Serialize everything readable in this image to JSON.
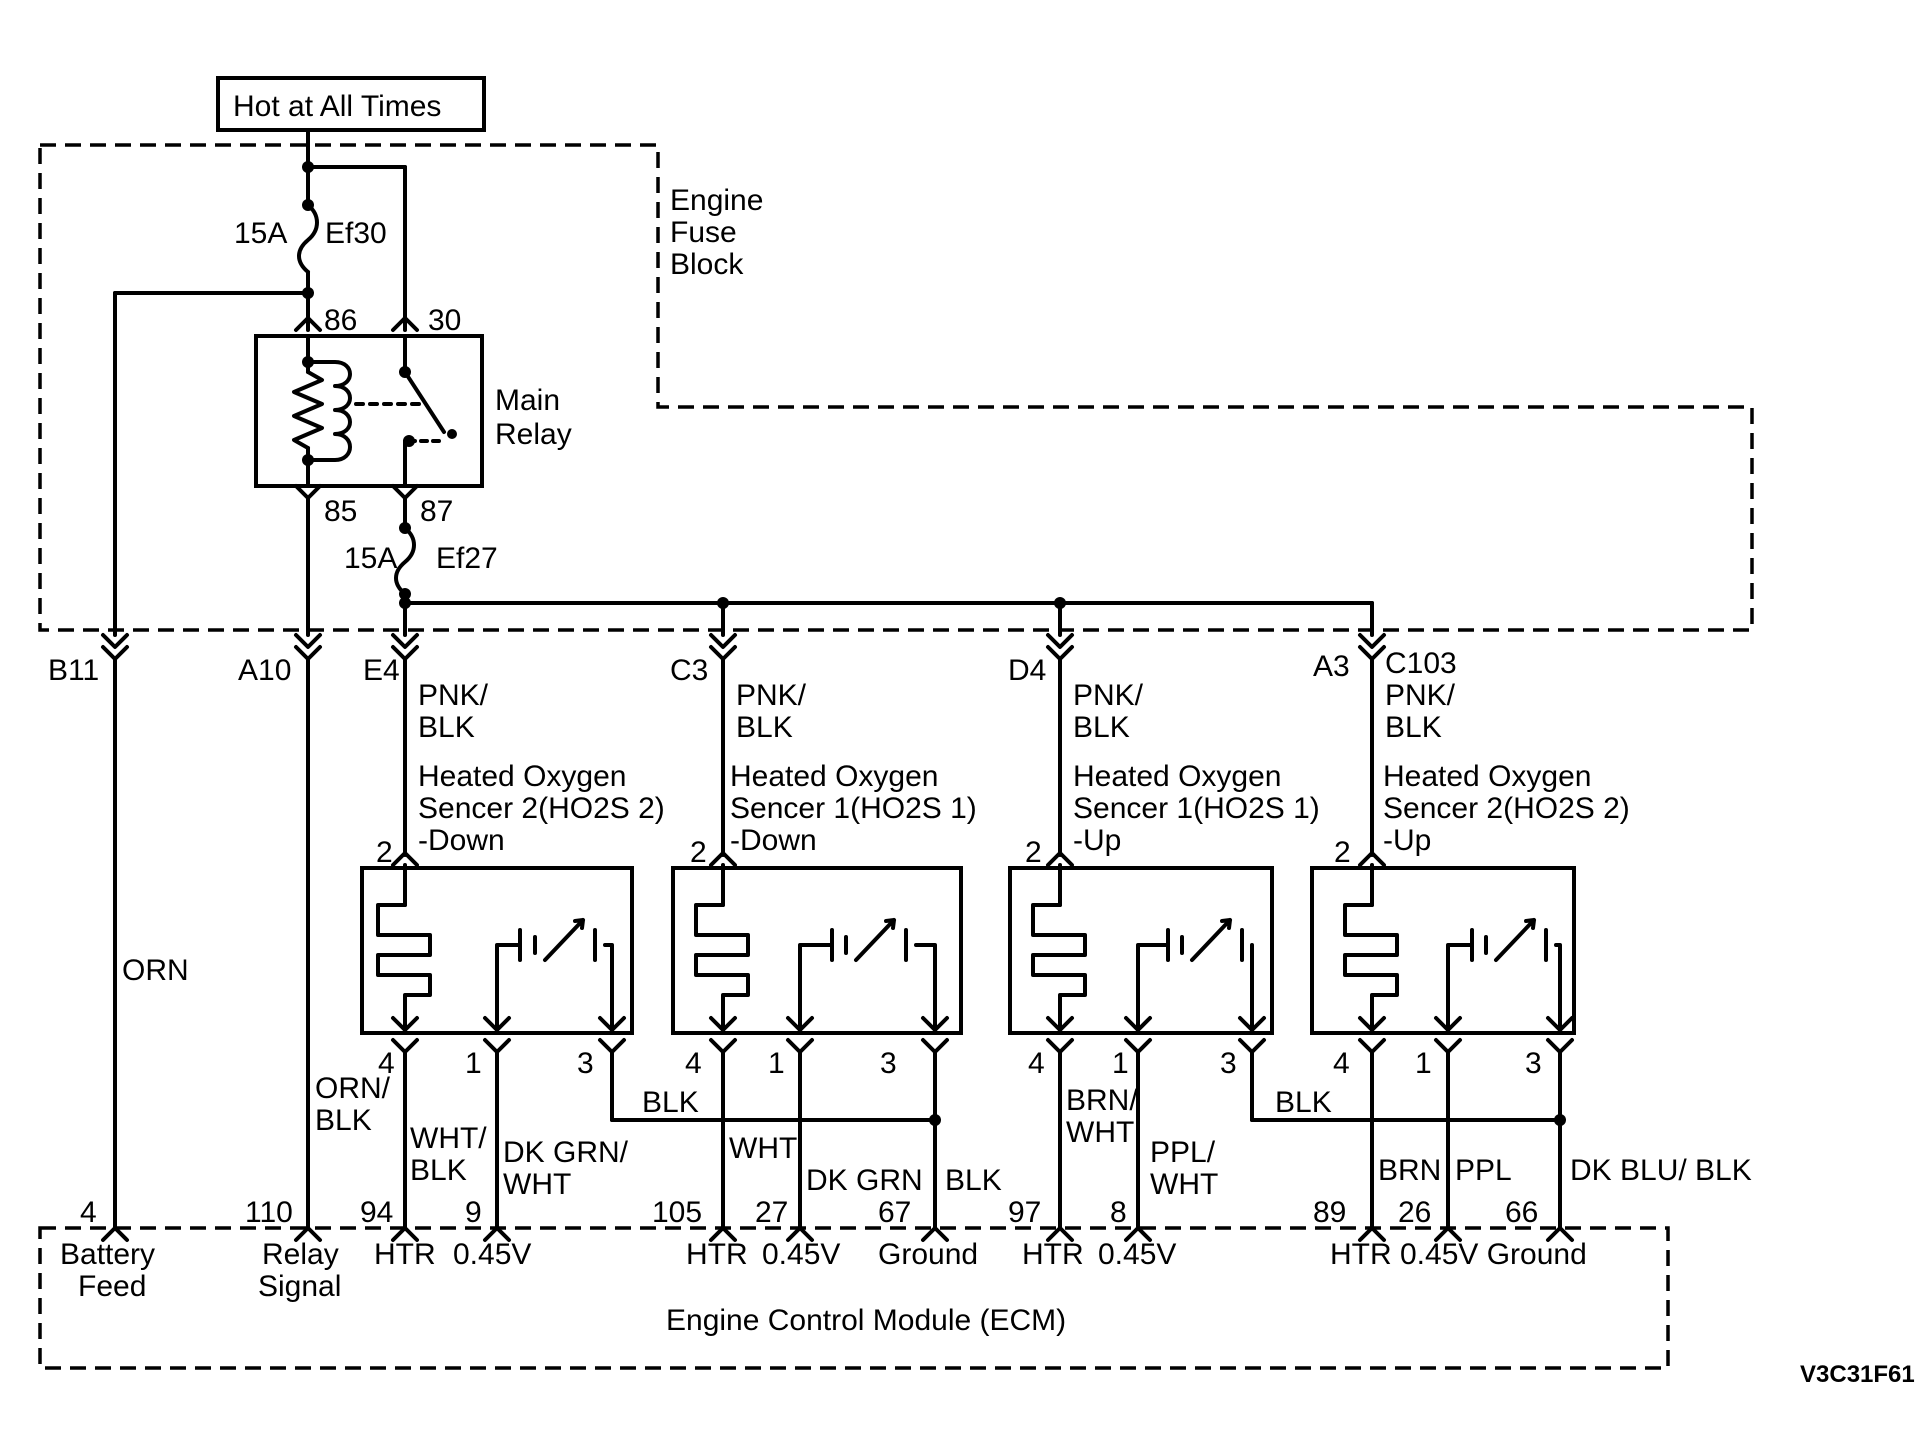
{
  "supply": {
    "label": "Hot at All Times"
  },
  "fuse_block": {
    "label_lines": [
      "Engine",
      "Fuse",
      "Block"
    ]
  },
  "fuses": [
    {
      "amp": "15A",
      "name": "Ef30"
    },
    {
      "amp": "15A",
      "name": "Ef27"
    }
  ],
  "relay": {
    "label_lines": [
      "Main",
      "Relay"
    ],
    "pins": [
      "86",
      "30",
      "85",
      "87"
    ]
  },
  "connectors": [
    "B11",
    "A10",
    "E4",
    "C3",
    "D4",
    "A3",
    "C103"
  ],
  "wires": {
    "orn": "ORN",
    "orn_blk": [
      "ORN/",
      "BLK"
    ],
    "pnk_blk": [
      "PNK/",
      "BLK"
    ],
    "wht_blk": [
      "WHT/",
      "BLK"
    ],
    "dk_grn_wht": [
      "DK GRN/",
      "WHT"
    ],
    "blk": "BLK",
    "wht": "WHT",
    "dk_grn": "DK GRN",
    "brn_wht": [
      "BRN/",
      "WHT"
    ],
    "ppl_wht": [
      "PPL/",
      "WHT"
    ],
    "brn": "BRN",
    "ppl": "PPL",
    "dk_blu_blk": "DK BLU/ BLK"
  },
  "sensors": [
    {
      "lines": [
        "Heated Oxygen",
        "Sencer 2(HO2S 2)",
        "-Down"
      ],
      "pins": [
        "2",
        "4",
        "1",
        "3"
      ]
    },
    {
      "lines": [
        "Heated Oxygen",
        "Sencer 1(HO2S 1)",
        "-Down"
      ],
      "pins": [
        "2",
        "4",
        "1",
        "3"
      ]
    },
    {
      "lines": [
        "Heated Oxygen",
        "Sencer 1(HO2S 1)",
        "-Up"
      ],
      "pins": [
        "2",
        "4",
        "1",
        "3"
      ]
    },
    {
      "lines": [
        "Heated Oxygen",
        "Sencer 2(HO2S 2)",
        "-Up"
      ],
      "pins": [
        "2",
        "4",
        "1",
        "3"
      ]
    }
  ],
  "ecm": {
    "title": "Engine Control Module (ECM)",
    "pins": [
      "4",
      "110",
      "94",
      "9",
      "105",
      "27",
      "67",
      "97",
      "8",
      "89",
      "26",
      "66"
    ],
    "functions": {
      "battery_feed": [
        "Battery",
        "Feed"
      ],
      "relay_signal": [
        "Relay",
        "Signal"
      ],
      "htr": "HTR",
      "v045": "0.45V",
      "ground": "Ground",
      "htr_045_ground": "HTR 0.45V Ground"
    }
  },
  "figure_id": "V3C31F61"
}
